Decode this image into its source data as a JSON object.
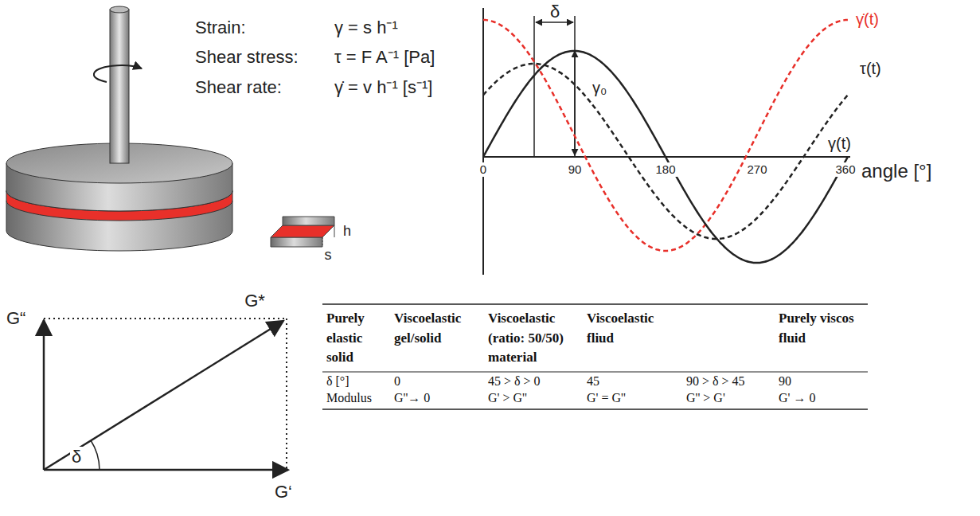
{
  "diagram": {
    "labels": [
      "Strain:",
      "γ = s h⁻¹",
      "Shear stress:",
      "τ = F A⁻¹ [Pa]",
      "Shear rate:",
      "γ̇ = v h⁻¹ [s⁻¹]",
      "h",
      "s",
      "δ",
      "γ̇(t)",
      "τ(t)",
      "γ₀",
      "γ(t)",
      "0",
      "90",
      "180",
      "270",
      "360",
      "angle [°]",
      "G“",
      "G*",
      "δ",
      "G‘",
      "Purely elastic solid",
      "Viscoelastic gel/solid",
      "Viscoelastic (ratio: 50/50) material",
      "Viscoelastic fliud",
      "Purely viscos fluid",
      "δ [°]",
      "0",
      "45 > δ > 0",
      "45",
      "90 > δ > 45",
      "90",
      "Modulus",
      "G''→ 0",
      "G' > G''",
      "G' = G''",
      "G'' > G'",
      "G' → 0"
    ]
  }
}
